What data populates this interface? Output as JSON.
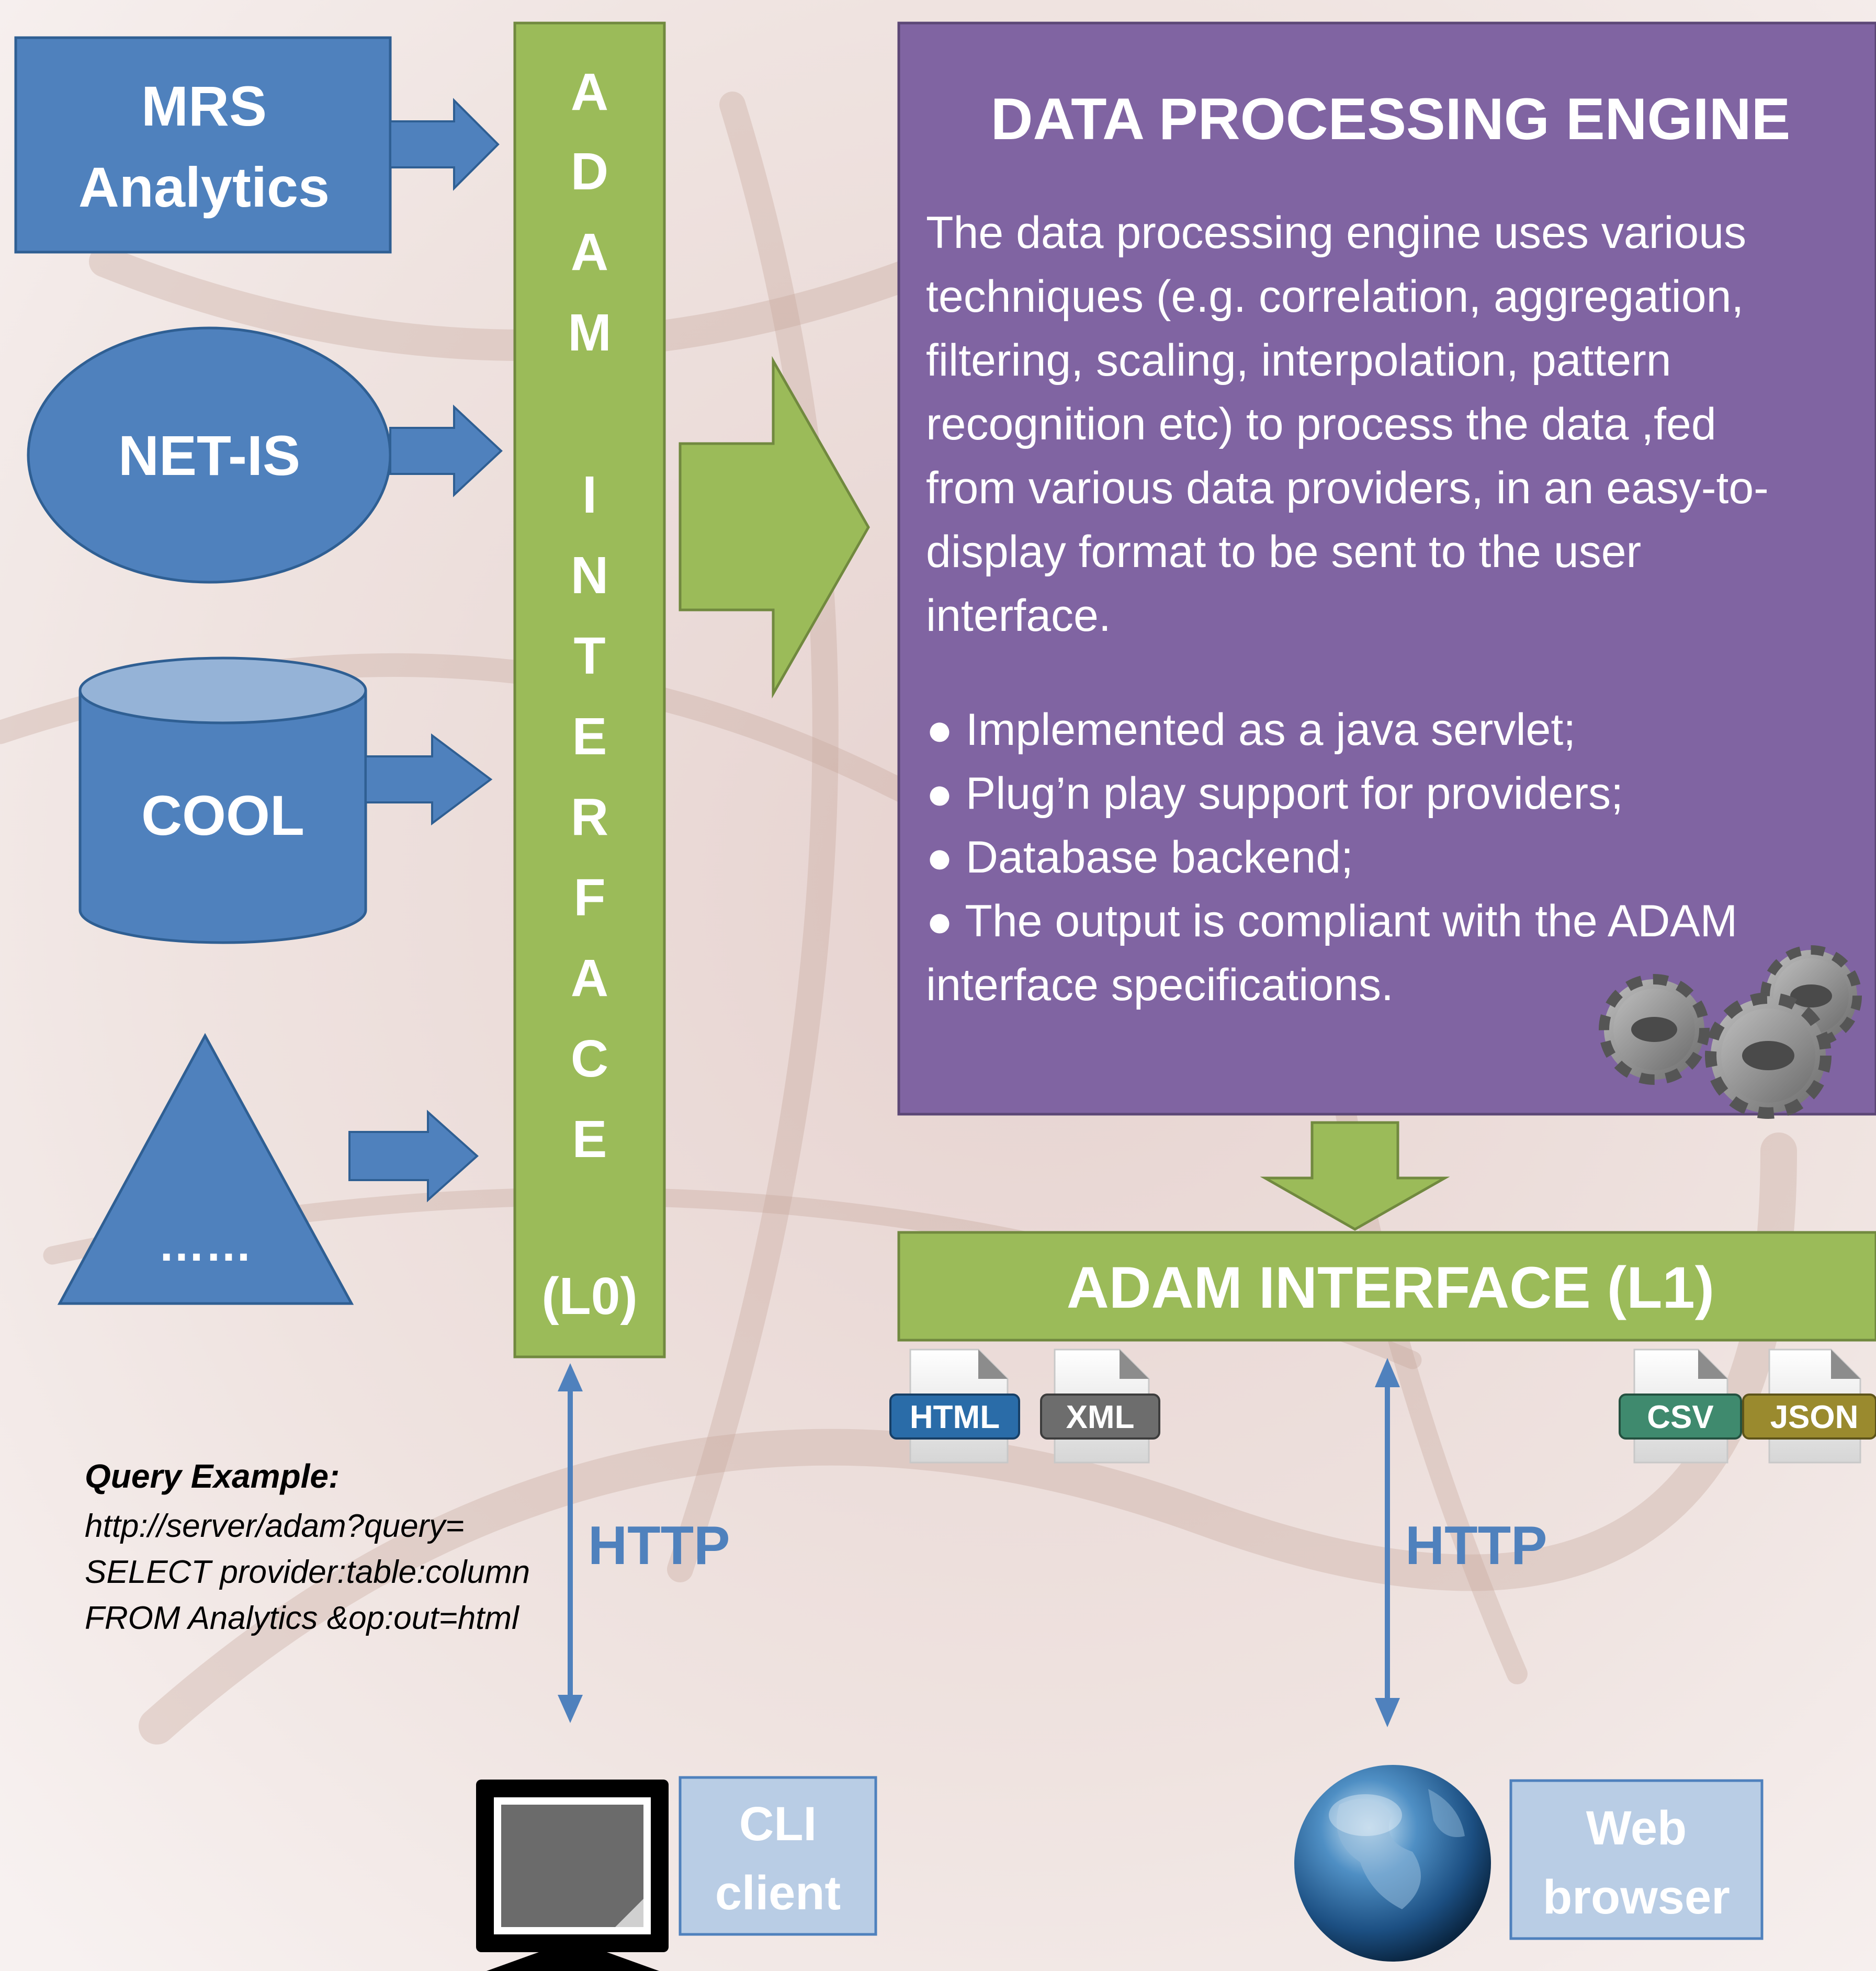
{
  "sources": {
    "mrs_label": [
      "MRS",
      "Analytics"
    ],
    "netis_label": "NET-IS",
    "cool_label": "COOL",
    "other_label": "……"
  },
  "adam_l0": {
    "letters": [
      "A",
      "D",
      "A",
      "M",
      "",
      "I",
      "N",
      "T",
      "E",
      "R",
      "F",
      "A",
      "C",
      "E"
    ],
    "level": "(L0)"
  },
  "engine": {
    "title": "DATA PROCESSING ENGINE",
    "description_lines": [
      "The data processing engine uses various",
      "techniques (e.g. correlation, aggregation,",
      "filtering, scaling, interpolation, pattern",
      "recognition etc) to process the data ,fed",
      "from various data providers, in an easy-to-",
      "display format to be sent to the user",
      "interface."
    ],
    "bullet_lines": [
      "● Implemented as a java servlet;",
      "● Plug’n play support for providers;",
      "● Database backend;",
      "● The output is compliant with the ADAM",
      "interface specifications."
    ]
  },
  "adam_l1": {
    "label": "ADAM INTERFACE (L1)"
  },
  "formats": [
    "HTML",
    "XML",
    "CSV",
    "JSON"
  ],
  "query_example": {
    "heading": "Query Example:",
    "lines": [
      "http://server/adam?query=",
      "SELECT provider:table:column",
      "FROM Analytics &op:out=html"
    ]
  },
  "connections": {
    "left_protocol": "HTTP",
    "right_protocol": "HTTP"
  },
  "clients": {
    "cli": [
      "CLI",
      "client"
    ],
    "web": [
      "Web",
      "browser"
    ]
  },
  "colors": {
    "blue": "#4f81bd",
    "blue_dark": "#2f5f93",
    "green": "#9bbb59",
    "purple": "#8064a2",
    "client_box": "#b9cde5"
  }
}
